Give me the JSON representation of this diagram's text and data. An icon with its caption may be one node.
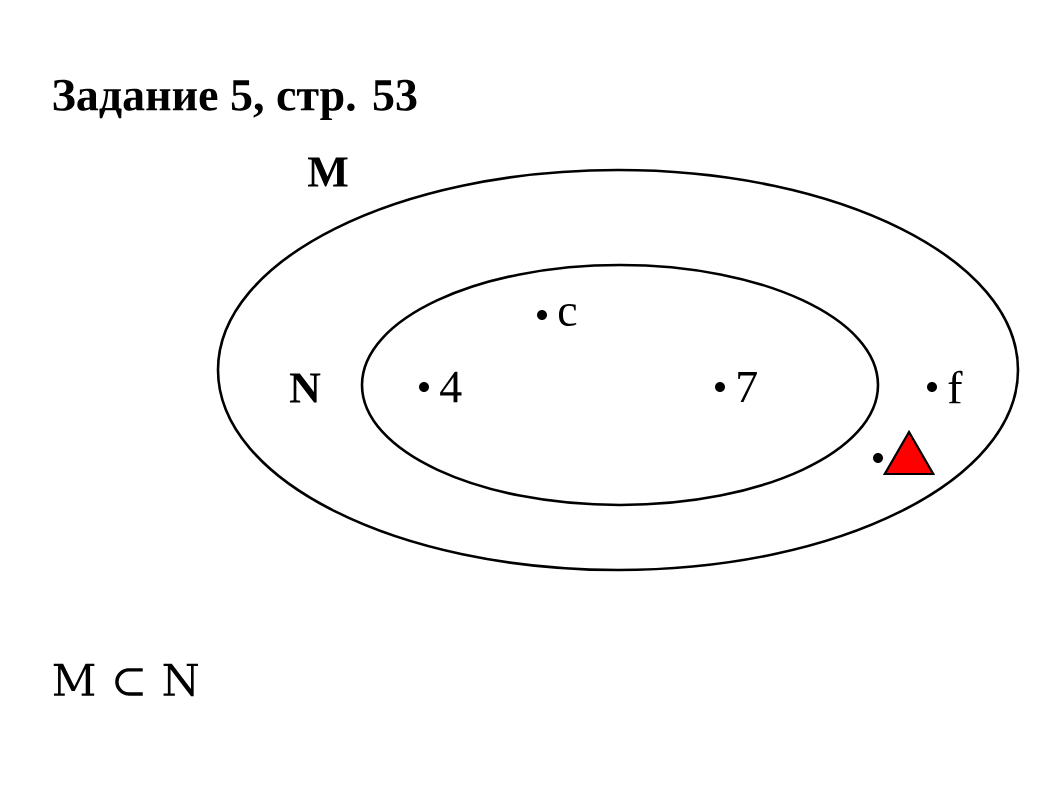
{
  "diagram": {
    "title": "Задание 5, стр. 53",
    "nodes": [
      {
        "text": [
          "M"
        ]
      },
      {
        "text": [
          "N"
        ],
        "in": 0
      },
      {
        "text": [
          "c"
        ],
        "in": 1
      },
      {
        "text": [
          "4"
        ],
        "in": 1
      },
      {
        "text": [
          "7"
        ],
        "in": 1
      },
      {
        "text": [
          "f"
        ],
        "in": 0
      },
      {
        "text": [],
        "shape": "triangle",
        "in": 0
      }
    ],
    "labels": [
      "M ⊂ N"
    ]
  }
}
